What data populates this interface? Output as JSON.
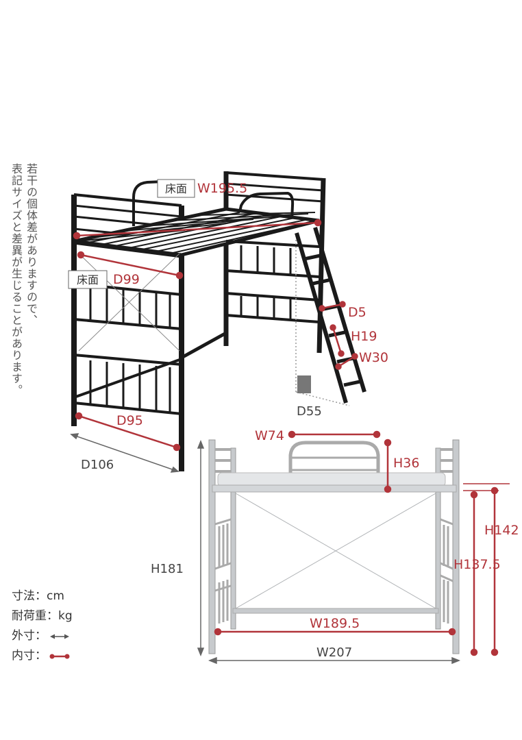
{
  "note": {
    "line1": "若干の個体差がありますので、",
    "line2": "表記サイズと差異が生じることがあります。"
  },
  "top_view": {
    "floor_label_1": "床面",
    "floor_label_2": "床面",
    "dims": {
      "w_floor": "W195.5",
      "d_floor": "D99",
      "d_inner": "D95",
      "d_outer": "D106",
      "ladder_d": "D5",
      "ladder_h": "H19",
      "ladder_w": "W30",
      "ladder_depth": "D55"
    }
  },
  "front_view": {
    "dims": {
      "guard_w": "W74",
      "guard_h": "H36",
      "total_h": "H181",
      "h142": "H142",
      "h137": "H137.5",
      "inner_w": "W189.5",
      "outer_w": "W207"
    }
  },
  "legend": {
    "unit_size": "寸法：cm",
    "unit_load": "耐荷重：kg",
    "outer": "外寸：",
    "inner": "内寸："
  },
  "colors": {
    "dim_red": "#b1343a",
    "frame_black": "#1a1a1a",
    "frame_silver": "#b9bcc0"
  }
}
